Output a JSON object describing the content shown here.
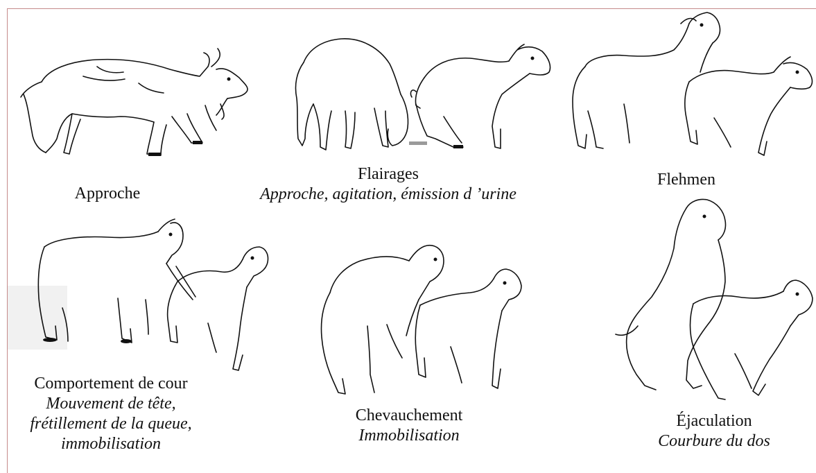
{
  "panels": [
    {
      "id": "approche",
      "title": "Approche",
      "subtitle": []
    },
    {
      "id": "flairages",
      "title": "Flairages",
      "subtitle": [
        "Approche, agitation, émission d ’urine"
      ]
    },
    {
      "id": "flehmen",
      "title": "Flehmen",
      "subtitle": []
    },
    {
      "id": "cour",
      "title": "Comportement de cour",
      "subtitle": [
        "Mouvement de tête,",
        "frétillement de la queue,",
        "immobilisation"
      ]
    },
    {
      "id": "chevauchement",
      "title": "Chevauchement",
      "subtitle": [
        "Immobilisation"
      ]
    },
    {
      "id": "ejaculation",
      "title": "Éjaculation",
      "subtitle": [
        "Courbure du dos"
      ]
    }
  ]
}
